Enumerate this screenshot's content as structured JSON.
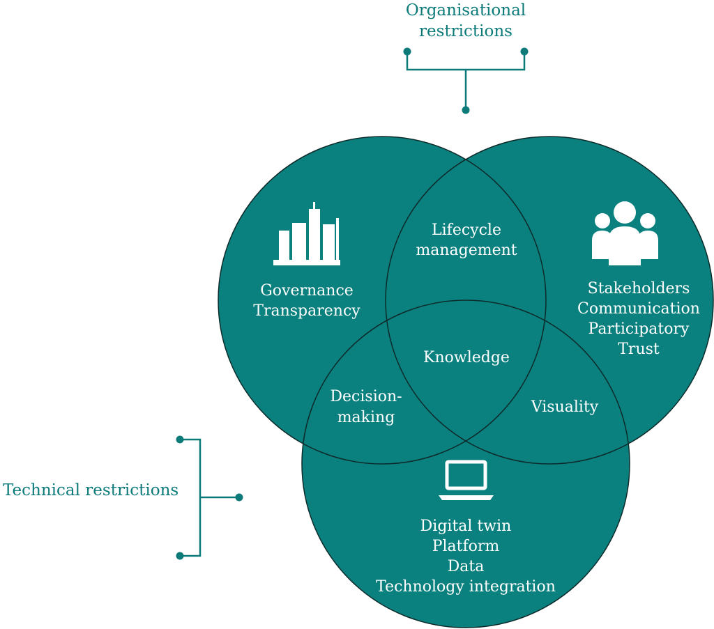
{
  "colors": {
    "circle_fill": "#0b817f",
    "outline": "#0d2a2a",
    "accent": "#0b7a78",
    "text_on_fill": "#ffffff"
  },
  "organisational": {
    "line1": "Organisational",
    "line2": "restrictions"
  },
  "technical": {
    "label": "Technical restrictions"
  },
  "left_circle": {
    "icon": "city-buildings-icon",
    "line1": "Governance",
    "line2": "Transparency"
  },
  "right_circle": {
    "icon": "people-group-icon",
    "line1": "Stakeholders",
    "line2": "Communication",
    "line3": "Participatory",
    "line4": "Trust"
  },
  "bottom_circle": {
    "icon": "laptop-icon",
    "line1": "Digital twin",
    "line2": "Platform",
    "line3": "Data",
    "line4": "Technology integration"
  },
  "overlaps": {
    "top_line1": "Lifecycle",
    "top_line2": "management",
    "center": "Knowledge",
    "left_line1": "Decision-",
    "left_line2": "making",
    "right": "Visuality"
  }
}
